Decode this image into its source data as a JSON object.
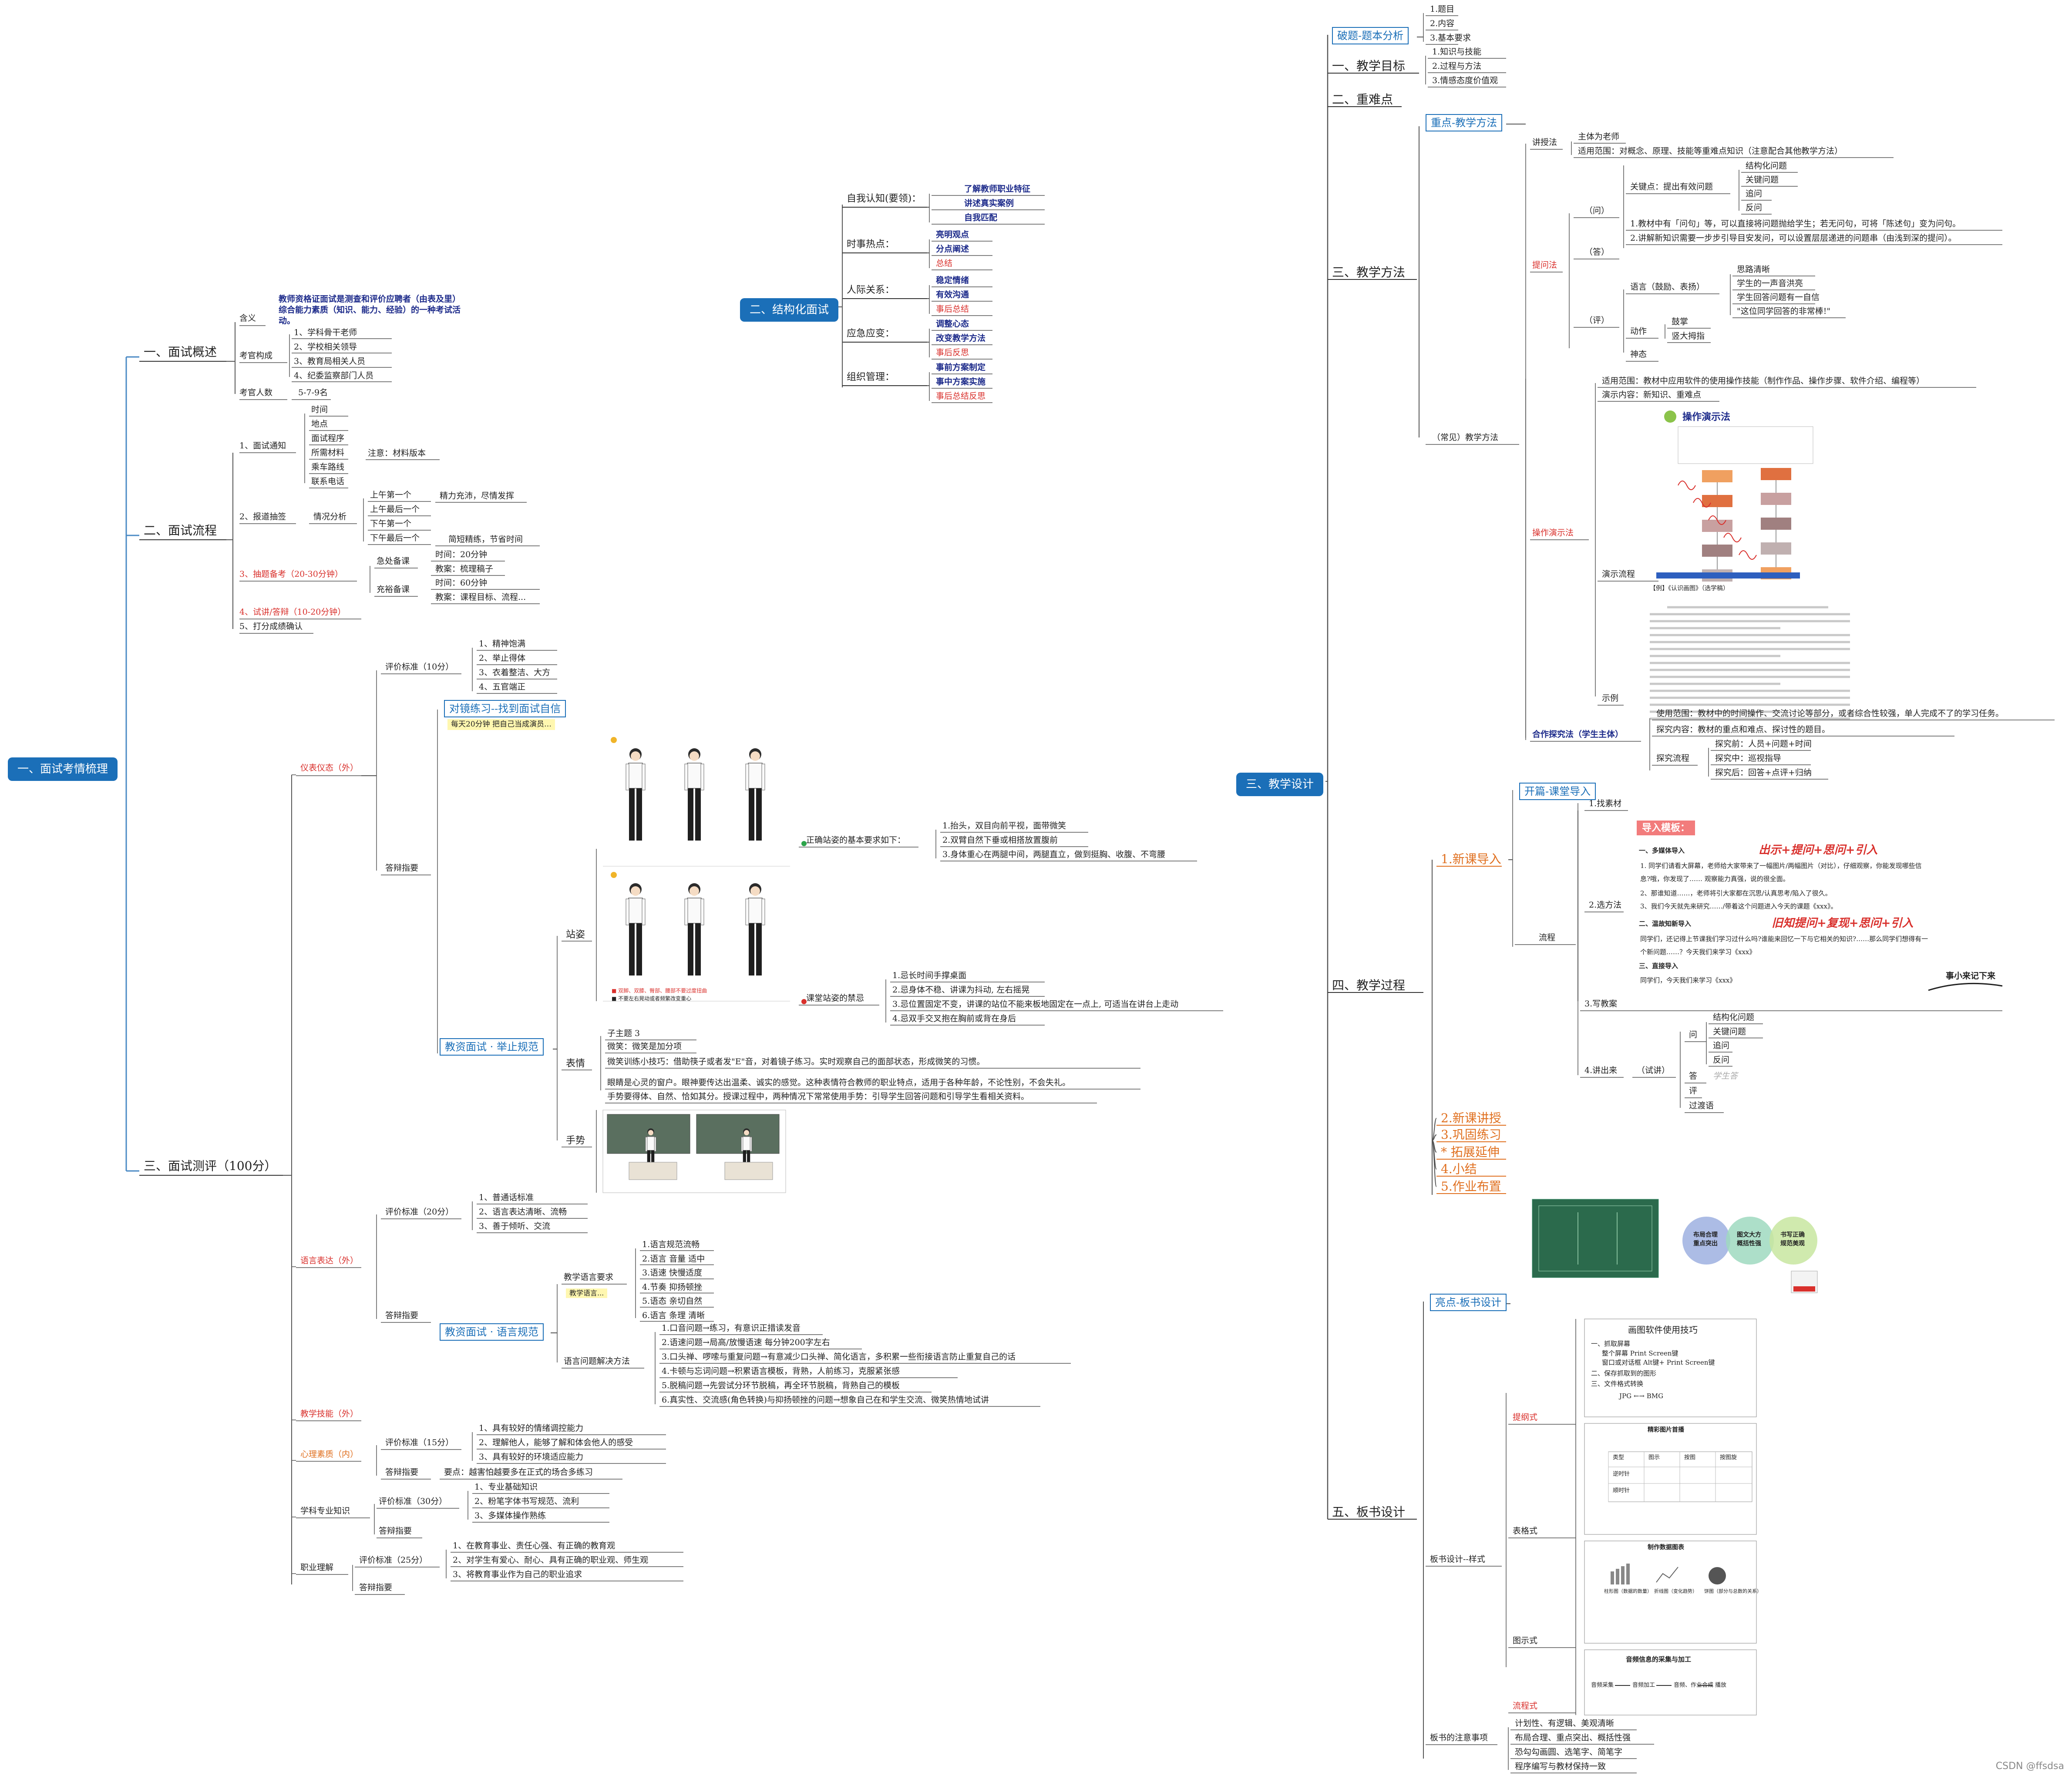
{
  "root": "一、面试考情梳理",
  "left": {
    "overview": {
      "title": "一、面试概述",
      "def_label": "含义",
      "def_text_1": "教师资格证面试是测查和评价应聘者（由表及里）",
      "def_text_2": "综合能力素质（知识、能力、经验）的一种考试活",
      "def_text_3": "动。",
      "examiner_label": "考官构成",
      "examiners": [
        "1、学科骨干老师",
        "2、学校相关领导",
        "3、教育局相关人员",
        "4、纪委监察部门人员"
      ],
      "count_label": "考官人数",
      "count_value": "5-7-9名"
    },
    "process": {
      "title": "二、面试流程",
      "notice_label": "1、面试通知",
      "notice_items": [
        "时间",
        "地点",
        "面试程序",
        "所需材料",
        "乘车路线",
        "联系电话"
      ],
      "material_note": "注意：材料版本",
      "draw_label": "2、报道抽签",
      "draw_sub": "情况分析",
      "draw_items": [
        "上午第一个",
        "上午最后一个",
        "下午第一个",
        "下午最后一个"
      ],
      "draw_note_1": "精力充沛，尽情发挥",
      "draw_note_2": "简短精练，节省时间",
      "prep_label": "3、抽题备考（20-30分钟）",
      "urgent_label": "急处备课",
      "urgent_items": [
        "时间：20分钟",
        "教案：梳理稿子"
      ],
      "full_label": "充裕备课",
      "full_items": [
        "时间：60分钟",
        "教案：课程目标、流程..."
      ],
      "trial_label": "4、试讲/答辩（10-20分钟）",
      "result_label": "5、打分成绩确认"
    },
    "eval": {
      "title": "三、面试测评（100分）",
      "appearance": {
        "label": "仪表仪态（外）",
        "criteria_label": "评价标准（10分）",
        "criteria": [
          "1、精神饱满",
          "2、举止得体",
          "3、衣着整洁、大方",
          "4、五官端正"
        ],
        "guide_label": "答辩指要",
        "mirror_box": "对镜练习--找到面试自信",
        "mirror_note": "每天20分钟 把自己当成演员…",
        "conduct_box": "教资面试 · 举止规范",
        "stand_label": "站姿",
        "stand_good_label": "正确站姿的基本要求如下：",
        "stand_good": [
          "1.抬头，双目向前平视，面带微笑",
          "2.双臂自然下垂或相搭放置腹前",
          "3.身体重心在两腿中间，两腿直立，做到挺胸、收腹、不弯腰"
        ],
        "stand_bad_label": "课堂站姿的禁忌",
        "stand_bad": [
          "1.忌长时间手撑桌面",
          "2.忌身体不稳、讲课为抖动, 左右摇晃",
          "3.忌位置固定不变，讲课的站位不能来板地固定在一点上, 可适当在讲台上走动",
          "4.忌双手交叉抱在胸前或背在身后"
        ],
        "fig_note_1": "■ 双脚、双膝、臀部、腰部不要过度扭曲",
        "fig_note_2": "■ 不要左右晃动或者频繁改变重心",
        "face_label": "表情",
        "face_lines": [
          "子主题 3",
          "微笑：微笑是加分项",
          "微笑训练小技巧：借助筷子或者发\"E\"音，对着镜子练习。实时观察自己的面部状态，形成微笑的习惯。",
          "眼睛是心灵的窗户。眼神要传达出温柔、诚实的感觉。这种表情符合教师的职业特点，适用于各种年龄，不论性别，不会失礼。"
        ],
        "hand_label": "手势",
        "hand_line": "手势要得体、自然、恰如其分。授课过程中，两种情况下常常使用手势：引导学生回答问题和引导学生看相关资料。"
      },
      "language": {
        "label": "语言表达（外）",
        "criteria_label": "评价标准（20分）",
        "criteria": [
          "1、普通话标准",
          "2、语言表达清晰、流畅",
          "3、善于倾听、交流"
        ],
        "guide_label": "答辩指要",
        "box": "教资面试 · 语言规范",
        "req_label": "教学语言要求",
        "req_note": "教学语言...",
        "reqs": [
          "1.语言规范流畅",
          "2.语言 音量 适中",
          "3.语速 快慢适度",
          "4.节奏 抑扬顿挫",
          "5.语态 亲切自然",
          "6.语言 条理 清晰"
        ],
        "fix_label": "语言问题解决方法",
        "fixes": [
          "1.口音问题→练习，有意识正措读发音",
          "2.语速问题→局高/放慢语速 每分钟200字左右",
          "3.口头禅、啰嗦与重复问题→有意减少口头禅、简化语言，多积累一些衔接语言防止重复自己的话",
          "4.卡顿与忘词问题→积累语言模板，背熟，人前练习，克服紧张感",
          "5.脱稿问题→先尝试分环节脱稿，再全环节脱稿，背熟自己的模板",
          "6.真实性、交流感(角色转换)与抑扬顿挫的问题→想象自己在和学生交流、微笑热情地试讲"
        ]
      },
      "skill_label": "教学技能（外）",
      "psych": {
        "label": "心理素质（内）",
        "criteria_label": "评价标准（15分）",
        "criteria": [
          "1、具有较好的情绪调控能力",
          "2、理解他人，能够了解和体会他人的感受",
          "3、具有较好的环境适应能力"
        ],
        "guide_label": "答辩指要",
        "guide_text": "要点：越害怕越要多在正式的场合多练习"
      },
      "subject": {
        "label": "学科专业知识",
        "criteria_label": "评价标准（30分）",
        "criteria": [
          "1、专业基础知识",
          "2、粉笔字体书写规范、流利",
          "3、多媒体操作熟练"
        ],
        "guide_label": "答辩指要"
      },
      "career": {
        "label": "职业理解",
        "criteria_label": "评价标准（25分）",
        "criteria": [
          "1、在教育事业、责任心强、有正确的教育观",
          "2、对学生有爱心、耐心、具有正确的职业观、师生观",
          "3、将教育事业作为自己的职业追求"
        ],
        "guide_label": "答辩指要"
      }
    }
  },
  "structured": {
    "title": "二、结构化面试",
    "groups": [
      {
        "label": "自我认知(要领)：",
        "items": [
          "了解教师职业特征",
          "讲述真实案例",
          "自我匹配"
        ]
      },
      {
        "label": "时事热点：",
        "items": [
          "亮明观点",
          "分点阐述",
          "总结"
        ]
      },
      {
        "label": "人际关系：",
        "items": [
          "稳定情绪",
          "有效沟通",
          "事后总结"
        ]
      },
      {
        "label": "应急应变：",
        "items": [
          "调整心态",
          "改变教学方法",
          "事后反思"
        ]
      },
      {
        "label": "组织管理：",
        "items": [
          "事前方案制定",
          "事中方案实施",
          "事后总结反思"
        ]
      }
    ]
  },
  "design": {
    "title": "三、教学设计",
    "break_box": "破题-题本分析",
    "break_items": [
      "1.题目",
      "2.内容",
      "3.基本要求"
    ],
    "goal_label": "一、教学目标",
    "goals": [
      "1.知识与技能",
      "2.过程与方法",
      "3.情感态度价值观"
    ],
    "key_label": "二、重难点",
    "method_label": "三、教学方法",
    "method_box": "重点-教学方法",
    "lecture_label": "讲授法",
    "lecture_items": [
      "主体为老师",
      "适用范围：对概念、原理、技能等重难点知识（注意配合其他教学方法）"
    ],
    "question_label": "提问法",
    "q_label": "（问）",
    "q_key": "关键点：提出有效问题",
    "q_items": [
      "结构化问题",
      "关键问题",
      "追问",
      "反问"
    ],
    "q_rules": [
      "1.教材中有「问句」等，可以直接将问题抛给学生；若无问句，可将「陈述句」变为问句。",
      "2.讲解新知识需要一步步引导目安发问，可以设置层层递进的问题串（由浅到深的提问）。"
    ],
    "a_label": "（答）",
    "e_label": "（评）",
    "e_lang": "语言（鼓励、表扬）",
    "e_lang_items": [
      "思路清晰",
      "学生的一声音洪亮",
      "学生回答问题有一自信",
      "\"这位同学回答的非常棒!\""
    ],
    "e_act": "动作",
    "e_act_items": [
      "鼓掌",
      "竖大拇指"
    ],
    "e_look": "神态",
    "common_label": "（常见）教学方法",
    "demo_label": "操作演示法",
    "demo_scope": "适用范围：教材中应用软件的使用操作技能（制作作品、操作步骤、软件介绍、编程等）",
    "demo_content": "演示内容：新知识、重难点",
    "demo_flow": "演示流程",
    "demo_flow_title": "操作演示法",
    "demo_example": "示例",
    "example_title": "【例】《认识画图》（选学稿）",
    "coop_label": "合作探究法（学生主体）",
    "coop_items": [
      "使用范围：教材中的时间操作、交流讨论等部分，或者综合性较强，单人完成不了的学习任务。",
      "探究内容：教材的重点和难点、探讨性的题目。"
    ],
    "explore_label": "探究流程",
    "explore_items": [
      "探究前：人员+问题+时间",
      "探究中：巡视指导",
      "探究后：回答+点评+归纳"
    ],
    "process_label": "四、教学过程",
    "intro_label": "1.新课导入",
    "intro_box": "开篇-课堂导入",
    "intro_find": "1.找素材",
    "intro_choose": "2.选方法",
    "intro_flow": "流程",
    "template_title": "导入模板：",
    "template_lines": [
      "一、多媒体导入",
      "1. 同学们请看大屏幕，老师给大家带来了一幅图片/两幅图片（对比），仔细观察，你能发现哪些信",
      "息?哦，你发现了……  观察能力真强，说的很全面。",
      "2、那谁知道……，老师将引大家都在沉思/认真思考/陷入了很久。",
      "3、我们今天就先来研究……/带着这个问题进入今天的课题《xxx》。",
      "二、温故知新导入",
      "同学们，还记得上节课我们学习过什么吗?谁能来回忆一下与它相关的知识?……那么同学们想得有一",
      "个新问题……？今天我们来学习《xxx》",
      "三、直接导入",
      "同学们，今天我们来学习《xxx》"
    ],
    "hand_note_1": "出示+提问+思问+引入",
    "hand_note_2": "旧知提问+复现+思问+引入",
    "hand_note_3": "事小来记下来",
    "write_plan": "3.写教案",
    "lecture_out": "4.讲出来",
    "lecture_out_sub": "（试讲）",
    "ask_label": "问",
    "ask_items": [
      "结构化问题",
      "关键问题",
      "追问",
      "反问"
    ],
    "answer_label": "答",
    "answer_note": "学生答",
    "comment_label": "评",
    "trans_label": "过渡语",
    "other_steps": [
      "2.新课讲授",
      "3.巩固练习",
      "* 拓展延伸",
      "4.小结",
      "5.作业布置"
    ],
    "board_label": "五、板书设计",
    "board_box": "亮点-板书设计",
    "board_style_label": "板书设计--样式",
    "styles": [
      "提纲式",
      "表格式",
      "图示式",
      "流程式"
    ],
    "outline_card": {
      "title": "画图软件使用技巧",
      "lines": [
        "一、抓取屏幕",
        "整个屏幕   Print Screen键",
        "窗口或对话框   Alt键+ Print Screen键",
        "二、保存抓取到的图形",
        "三、文件格式转换",
        "JPG ←→ BMG"
      ]
    },
    "table_card": {
      "title": "精彩图片首播",
      "headers": [
        "类型",
        "图示",
        "按图",
        "按图旋"
      ],
      "rows": [
        "逆时针",
        "顺时针"
      ]
    },
    "diagram_card": {
      "title": "制作数据图表",
      "items": [
        "柱形图（数据的数量）",
        "折线图（变化趋势）",
        "饼图（部分与总数的关系）"
      ]
    },
    "flow_card": {
      "title": "音频信息的采集与加工",
      "steps": [
        "音频采集",
        "音频加工",
        "音频、作业合成",
        "播放"
      ]
    },
    "circles": [
      "布局合理 重点突出",
      "图文大方 概括性强",
      "书写正确 规范美观"
    ],
    "board_notes_label": "板书的注意事项",
    "board_notes": [
      "计划性、有逻辑、美观清晰",
      "布局合理、重点突出、概括性强",
      "恐勾勾画圆、选笔字、简笔字",
      "程序编写与教材保持一致"
    ]
  },
  "watermark": "CSDN @ffsdsa",
  "colors": {
    "accent": "#1b6fb8",
    "red": "#d9302c",
    "orange": "#e07020",
    "navy": "#1c2a8a"
  }
}
